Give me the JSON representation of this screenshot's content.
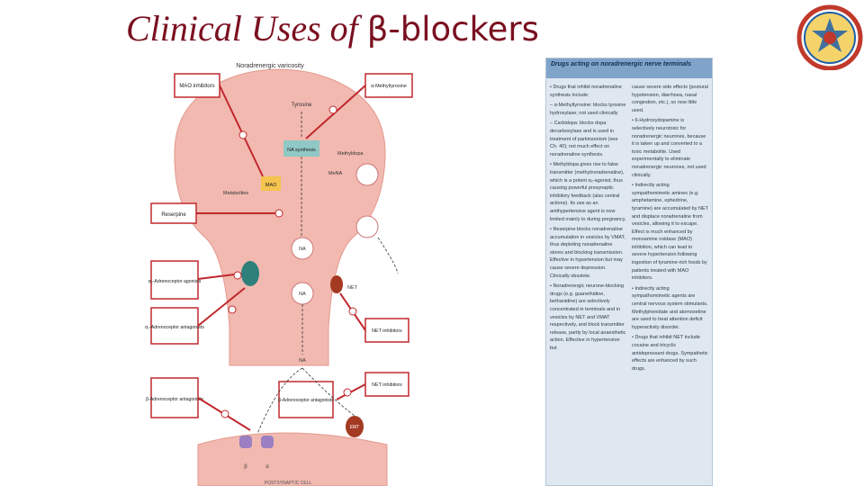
{
  "slide": {
    "title_part1": "Clinical Uses of ",
    "title_part2": "β-blockers"
  },
  "logo": {
    "icon": "university-seal-icon",
    "ring_color": "#c0392b",
    "inner_color": "#1f5fa8"
  },
  "diagram": {
    "top_label": "Noradrenergic varicosity",
    "bottom_label": "POSTSYNAPTIC CELL",
    "left_boxes": [
      "MAO inhibitors",
      "Reserpine",
      "α₂-Adrenoceptor agonists",
      "α₂-Adrenoceptor antagonists",
      "β-Adrenoceptor antagonists"
    ],
    "right_boxes": [
      "α-Methyltyrosine",
      "NET inhibitors",
      "NET inhibitors"
    ],
    "center_box": "β-Adrenoceptor antagonists",
    "tyrosine": "Tyrosine",
    "na_synthesis": "NA synthesis",
    "methyldopa": "Methyldopa",
    "menа": "MeNA",
    "mao": "MAO",
    "metabolites": "Metabolites",
    "na": "NA",
    "net": "NET",
    "emt": "EMT",
    "receptor_beta": "β",
    "receptor_alpha": "α",
    "colors": {
      "cell": "#f2b9b0",
      "box_border": "#c0282e",
      "tag": "#8fc8c4",
      "receptor": "#9b7fc2",
      "transporter": "#a43a22"
    }
  },
  "panel": {
    "heading": "Drugs acting on noradrenergic nerve terminals",
    "col1": [
      "• Drugs that inhibit noradrenaline synthesis include:",
      "– α-Methyltyrosine: blocks tyrosine hydroxylase; not used clinically",
      "– Carbidopa: blocks dopa decarboxylase and is used in treatment of parkinsonism (see Ch. 40); not much effect on noradrenaline synthesis.",
      "• Methyldopa gives rise to false transmitter (methylnoradrenaline), which is a potent α₂-agonist, thus causing powerful presynaptic inhibitory feedback (also central actions). Its use as an antihypertensive agent is now limited mainly to during pregnancy.",
      "• Reserpine blocks noradrenaline accumulation in vesicles by VMAT, thus depleting noradrenaline stores and blocking transmission. Effective in hypertension but may cause severe depression. Clinically obsolete.",
      "• Noradrenergic neurone-blocking drugs (e.g. guanethidine, bethanidine) are selectively concentrated in terminals and in vesicles by NET and VMAT respectively, and block transmitter release, partly by local anaesthetic action. Effective in hypertension but"
    ],
    "col2": [
      "cause severe side effects (postural hypotension, diarrhoea, nasal congestion, etc.), so now little used.",
      "• 6-Hydroxydopamine is selectively neurotoxic for noradrenergic neurones, because it is taken up and converted to a toxic metabolite. Used experimentally to eliminate noradrenergic neurones, not used clinically.",
      "• Indirectly acting sympathomimetic amines (e.g. amphetamine, ephedrine, tyramine) are accumulated by NET and displace noradrenaline from vesicles, allowing it to escape. Effect is much enhanced by monoamine oxidase (MAO) inhibition, which can lead to severe hypertension following ingestion of tyramine-rich foods by patients treated with MAO inhibitors.",
      "• Indirectly acting sympathomimetic agents are central nervous system stimulants. Methylphenidate and atomoxetine are used to treat attention deficit hyperactivity disorder.",
      "• Drugs that inhibit NET include cocaine and tricyclic antidepressant drugs. Sympathetic effects are enhanced by such drugs."
    ]
  }
}
